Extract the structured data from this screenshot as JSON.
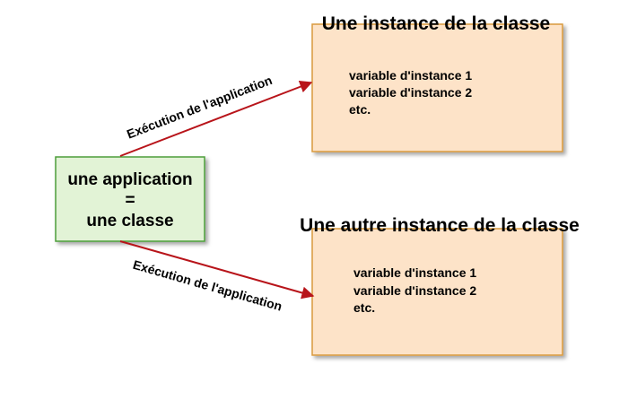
{
  "application_box": {
    "line1": "une application",
    "line2": "=",
    "line3": "une classe"
  },
  "instance_top": {
    "title": "Une instance de la classe",
    "lines": [
      "variable d'instance 1",
      "variable d'instance 2",
      "etc."
    ]
  },
  "instance_bottom": {
    "title": "Une autre instance de la classe",
    "lines": [
      "variable d'instance 1",
      "variable d'instance 2",
      "etc."
    ]
  },
  "arrows": {
    "top_label": "Exécution de l'application",
    "bottom_label": "Exécution de l'application"
  },
  "colors": {
    "app_fill": "#e2f3d6",
    "app_stroke": "#4d9e3a",
    "instance_fill": "#fde3c8",
    "instance_stroke": "#d99a3c",
    "arrow": "#b8141a"
  }
}
